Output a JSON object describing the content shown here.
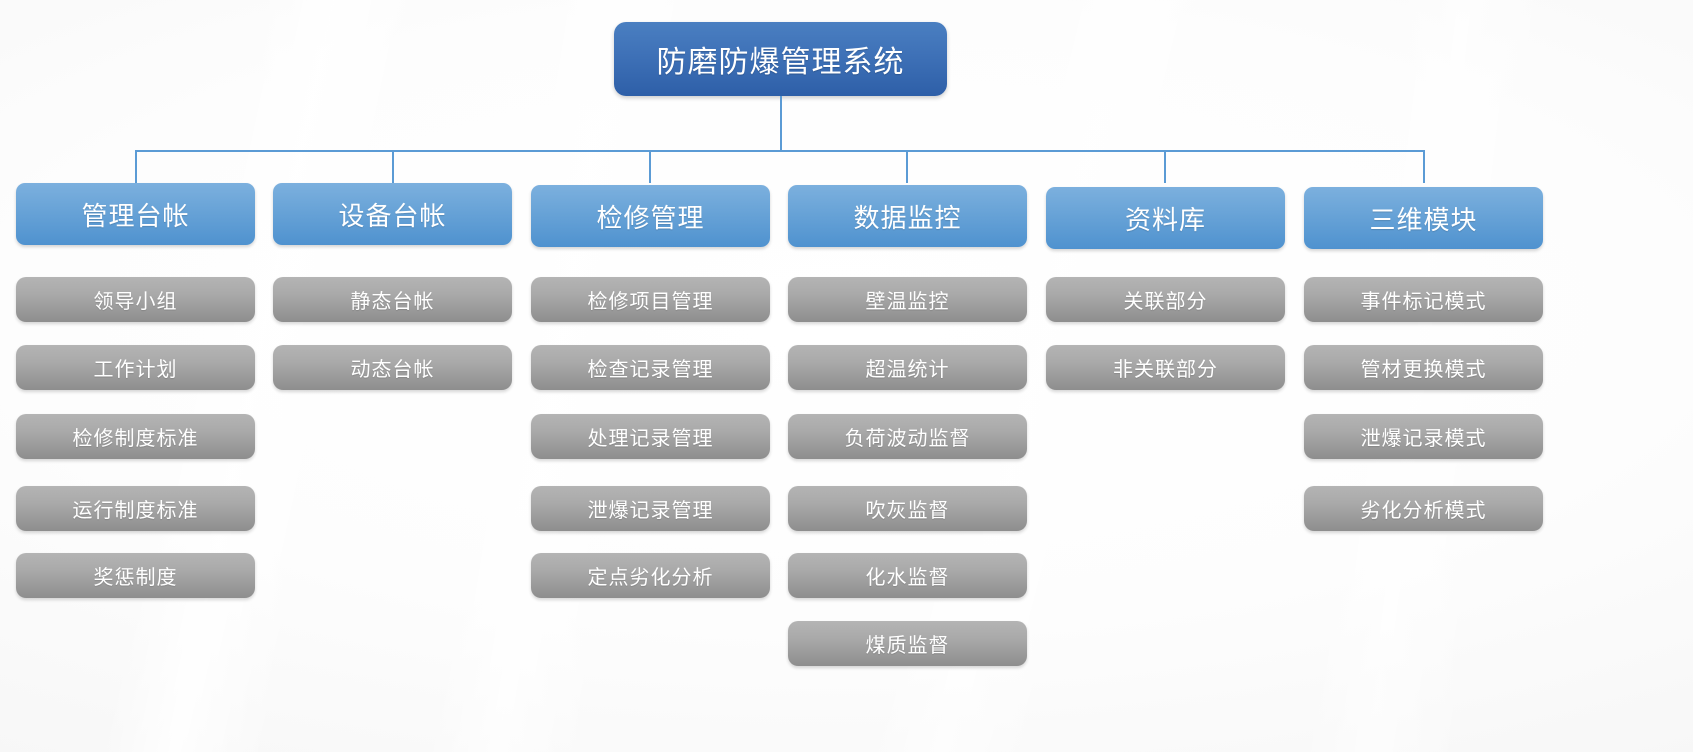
{
  "diagram": {
    "type": "organization-hierarchy-tree",
    "orientation": "top-down",
    "colors": {
      "root_node": "#3f72b8",
      "level2_node": "#6ba5d8",
      "level3_node": "#a9a9a9",
      "connector_line": "#5b9bd5",
      "node_text": "#ffffff",
      "background": "#f7f7f7"
    },
    "root": {
      "label": "防磨防爆管理系统"
    },
    "branches": [
      {
        "label": "管理台帐",
        "children": [
          {
            "label": "领导小组"
          },
          {
            "label": "工作计划"
          },
          {
            "label": "检修制度标准"
          },
          {
            "label": "运行制度标准"
          },
          {
            "label": "奖惩制度"
          }
        ]
      },
      {
        "label": "设备台帐",
        "children": [
          {
            "label": "静态台帐"
          },
          {
            "label": "动态台帐"
          }
        ]
      },
      {
        "label": "检修管理",
        "children": [
          {
            "label": "检修项目管理"
          },
          {
            "label": "检查记录管理"
          },
          {
            "label": "处理记录管理"
          },
          {
            "label": "泄爆记录管理"
          },
          {
            "label": "定点劣化分析"
          }
        ]
      },
      {
        "label": "数据监控",
        "children": [
          {
            "label": "壁温监控"
          },
          {
            "label": "超温统计"
          },
          {
            "label": "负荷波动监督"
          },
          {
            "label": "吹灰监督"
          },
          {
            "label": "化水监督"
          },
          {
            "label": "煤质监督"
          }
        ]
      },
      {
        "label": "资料库",
        "children": [
          {
            "label": "关联部分"
          },
          {
            "label": "非关联部分"
          }
        ]
      },
      {
        "label": "三维模块",
        "children": [
          {
            "label": "事件标记模式"
          },
          {
            "label": "管材更换模式"
          },
          {
            "label": "泄爆记录模式"
          },
          {
            "label": "劣化分析模式"
          }
        ]
      }
    ]
  }
}
